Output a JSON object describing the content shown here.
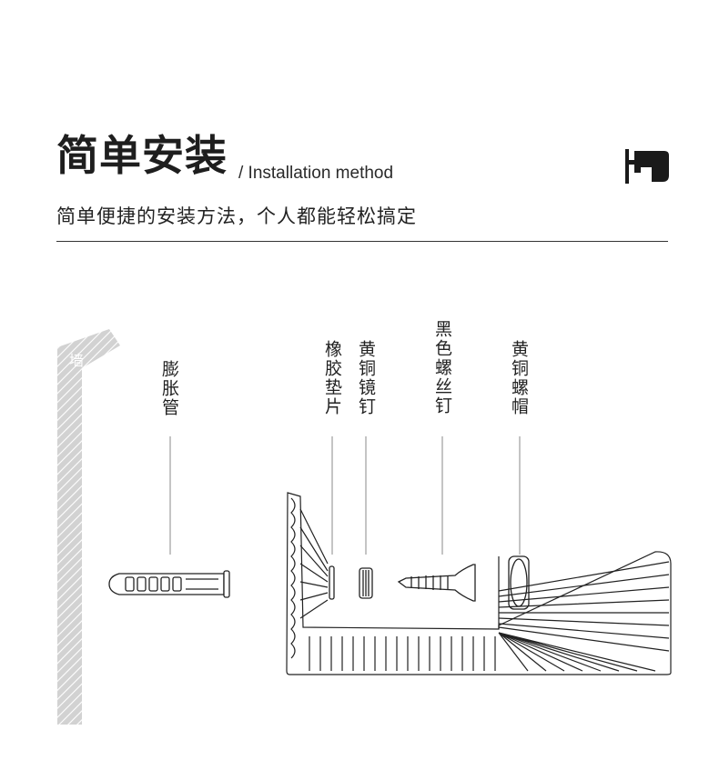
{
  "header": {
    "title": "简单安装",
    "title_en": "/ Installation method",
    "subtitle": "简单便捷的安装方法，个人都能轻松搞定"
  },
  "icons": {
    "drill": "drill-icon"
  },
  "diagram": {
    "wall_label": "墙",
    "parts": [
      {
        "key": "anchor",
        "label": "膨胀管"
      },
      {
        "key": "rubber_gasket",
        "label": "橡胶垫片"
      },
      {
        "key": "brass_nail",
        "label": "黄铜镜钉"
      },
      {
        "key": "black_screw",
        "label": "黑色螺丝钉"
      },
      {
        "key": "brass_cap",
        "label": "黄铜螺帽"
      }
    ]
  },
  "colors": {
    "text": "#222222",
    "wall": "#c9c9c9",
    "line": "#333333"
  }
}
